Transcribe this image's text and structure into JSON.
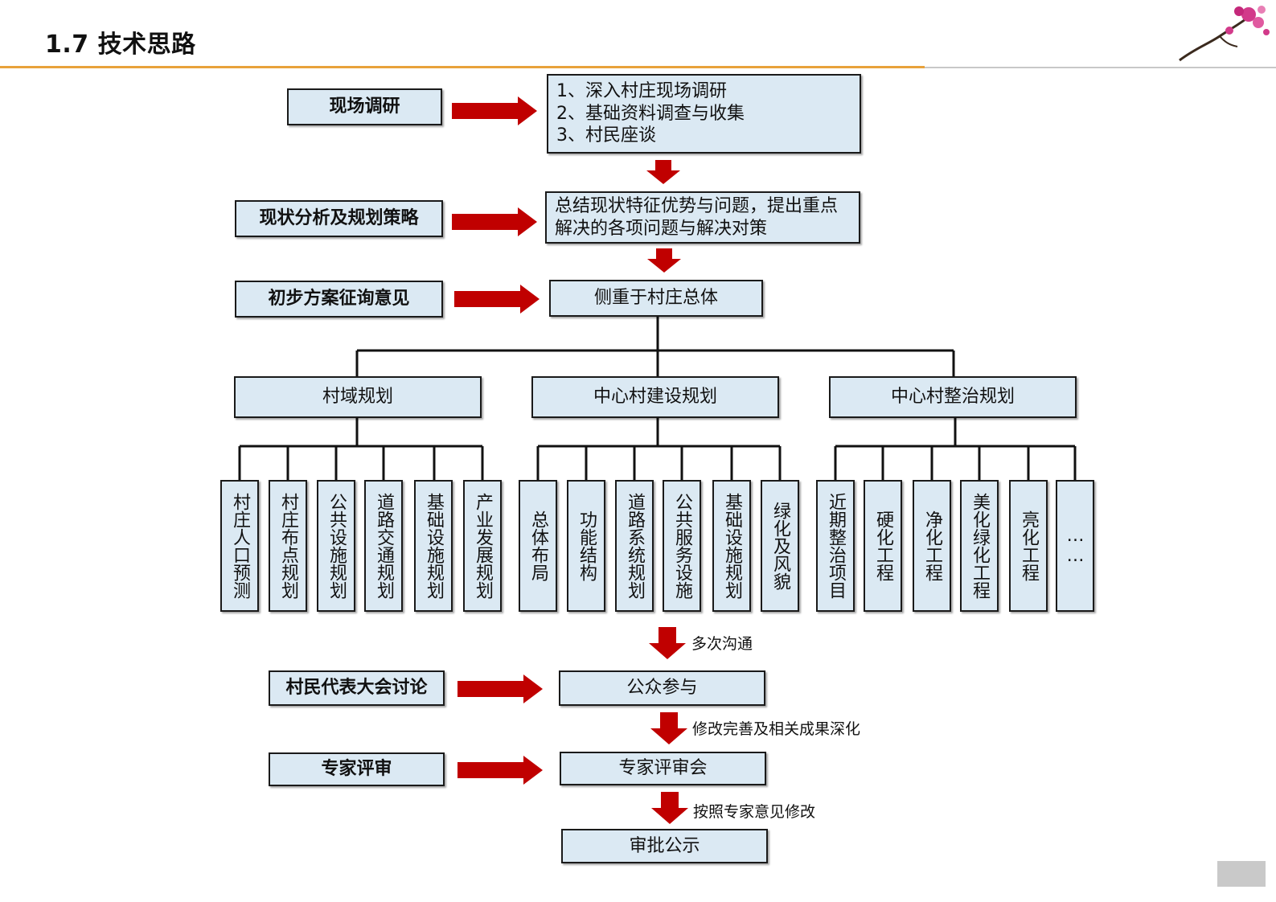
{
  "header": {
    "title": "1.7 技术思路"
  },
  "colors": {
    "accent_orange": "#e8a23b",
    "arrow_red": "#c00000",
    "box_fill": "#dbe9f3"
  },
  "stages": {
    "survey": {
      "label": "现场调研",
      "detail": [
        "1、深入村庄现场调研",
        "2、基础资料调查与收集",
        "3、村民座谈"
      ]
    },
    "analysis": {
      "label": "现状分析及规划策略",
      "detail": "总结现状特征优势与问题，提出重点解决的各项问题与解决对策"
    },
    "draft": {
      "label": "初步方案征询意见",
      "detail": "侧重于村庄总体"
    }
  },
  "branches": [
    {
      "label": "村域规划",
      "children": [
        "村庄人口预测",
        "村庄布点规划",
        "公共设施规划",
        "道路交通规划",
        "基础设施规划",
        "产业发展规划"
      ]
    },
    {
      "label": "中心村建设规划",
      "children": [
        "总体布局",
        "功能结构",
        "道路系统规划",
        "公共服务设施",
        "基础设施规划",
        "绿化及风貌"
      ]
    },
    {
      "label": "中心村整治规划",
      "children": [
        "近期整治项目",
        "硬化工程",
        "净化工程",
        "美化绿化工程",
        "亮化工程",
        "……"
      ]
    }
  ],
  "flow": {
    "step1_note": "多次沟通",
    "public_side": "村民代表大会讨论",
    "public_box": "公众参与",
    "step2_note": "修改完善及相关成果深化",
    "expert_side": "专家评审",
    "expert_box": "专家评审会",
    "step3_note": "按照专家意见修改",
    "final_box": "审批公示"
  },
  "icons": {
    "plum_blossom": "plum-blossom-decoration-icon",
    "arrow": "red-arrow-icon"
  }
}
